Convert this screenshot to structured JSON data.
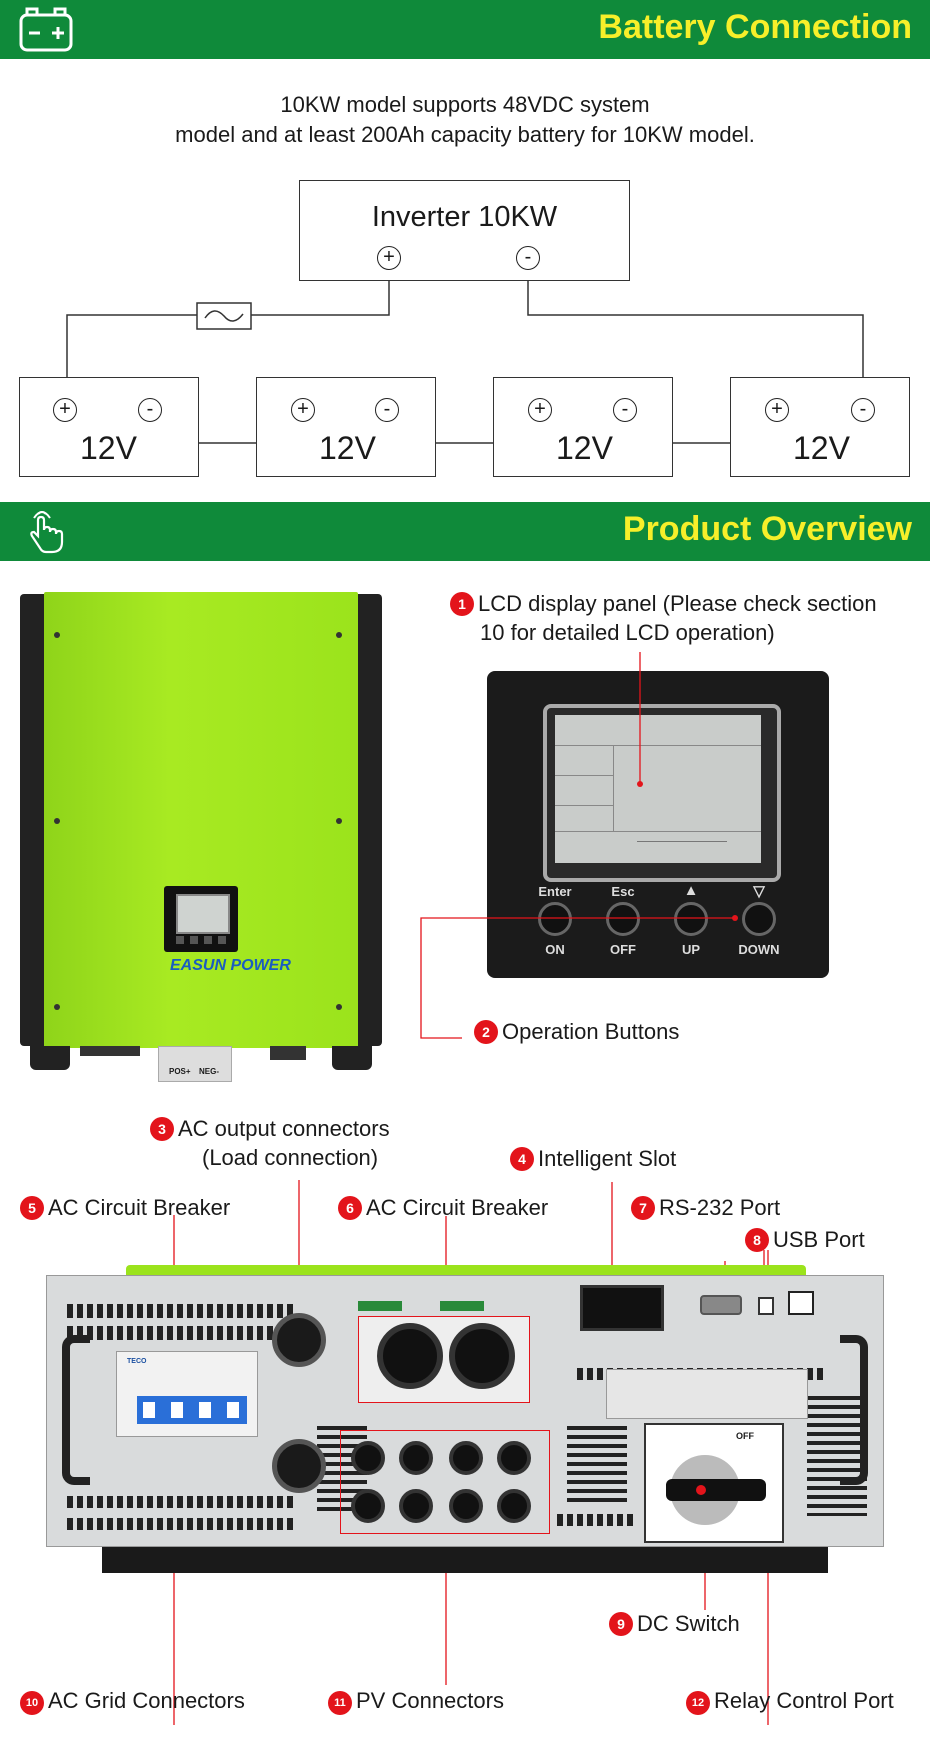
{
  "battery_section": {
    "title": "Battery Connection",
    "caption_line1": "10KW model supports 48VDC system",
    "caption_line2": "model and at least 200Ah capacity battery for 10KW model.",
    "inverter_label": "Inverter 10KW",
    "plus_symbol": "+",
    "minus_symbol": "-",
    "batteries": [
      {
        "label": "12V"
      },
      {
        "label": "12V"
      },
      {
        "label": "12V"
      },
      {
        "label": "12V"
      }
    ]
  },
  "overview_section": {
    "title": "Product Overview",
    "brand_logo_text": "EASUN POWER",
    "terminal_labels": {
      "pos": "POS+",
      "neg": "NEG-"
    },
    "lcd_panel": {
      "buttons_top": [
        "Enter",
        "Esc",
        "▲",
        "▽"
      ],
      "buttons_bottom": [
        "ON",
        "OFF",
        "UP",
        "DOWN"
      ]
    },
    "breaker_text": "TECO",
    "dc_switch_text": "OFF",
    "callouts": [
      {
        "num": "1",
        "line1": "LCD display panel (Please check section",
        "line2": "10 for detailed LCD operation)"
      },
      {
        "num": "2",
        "line1": "Operation Buttons"
      },
      {
        "num": "3",
        "line1": "AC output connectors",
        "line2": "(Load connection)"
      },
      {
        "num": "4",
        "line1": "Intelligent Slot"
      },
      {
        "num": "5",
        "line1": "AC Circuit Breaker"
      },
      {
        "num": "6",
        "line1": "AC Circuit Breaker"
      },
      {
        "num": "7",
        "line1": "RS-232 Port"
      },
      {
        "num": "8",
        "line1": "USB Port"
      },
      {
        "num": "9",
        "line1": "DC Switch"
      },
      {
        "num": "10",
        "line1": "AC Grid Connectors"
      },
      {
        "num": "11",
        "line1": "PV Connectors"
      },
      {
        "num": "12",
        "line1": "Relay Control Port"
      }
    ]
  },
  "colors": {
    "banner_green": "#0f8a3a",
    "banner_text_yellow": "#f7ef2a",
    "inverter_lime": "#9be31c",
    "callout_red": "#e3141b"
  },
  "icons": {
    "battery": "battery-icon",
    "touch": "hand-pointer-icon"
  }
}
